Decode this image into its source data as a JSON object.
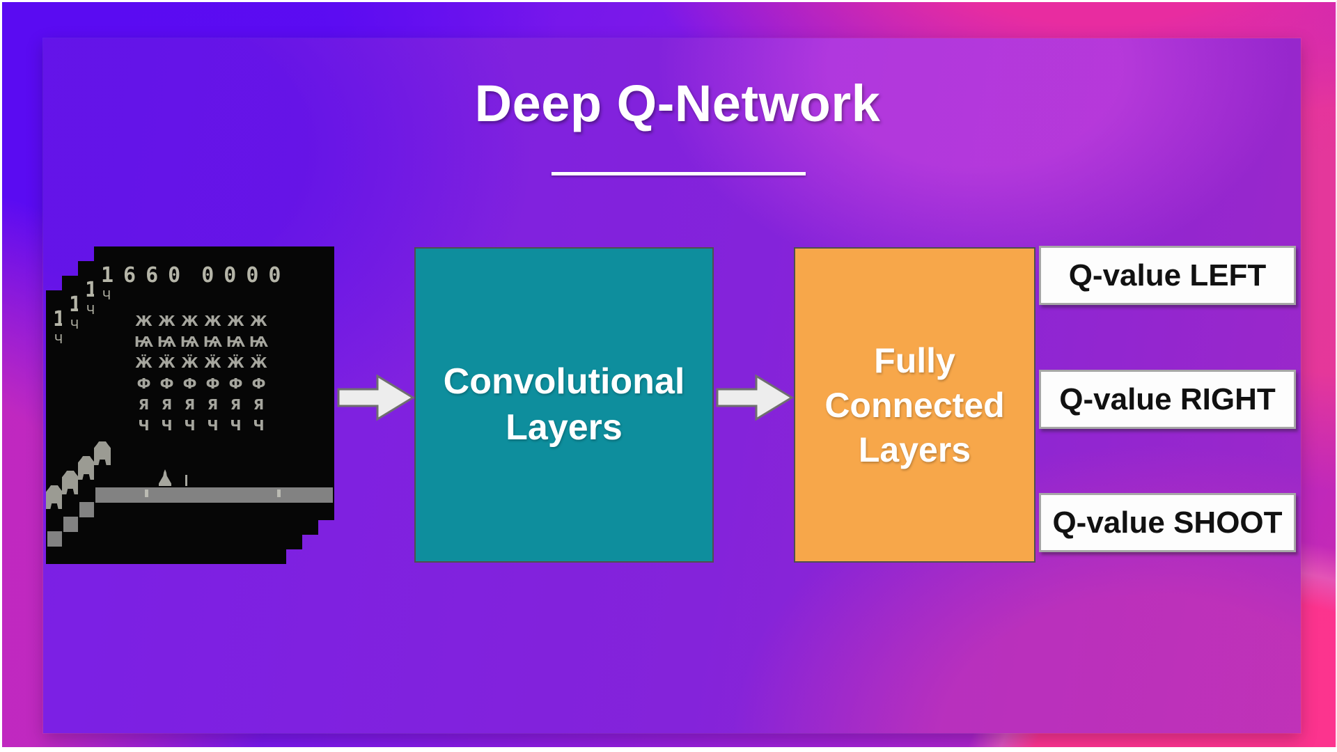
{
  "title": "Deep Q-Network",
  "colors": {
    "teal": "#0E8E9D",
    "orange": "#F7A74A",
    "deep_purple": "#5A0BF2",
    "pink": "#E8309B",
    "arrow_fill": "#EDEDED",
    "arrow_border": "#6F6F6F",
    "game_bg": "#060606",
    "game_sprite": "#A6A69E",
    "game_ground": "#828282",
    "score": "#B5B5A8",
    "q_text": "#111111"
  },
  "game": {
    "frames": 4,
    "score_left": "1660",
    "score_right": "0000",
    "lives": "Ч",
    "alien_rows": [
      "Ж",
      "Ѩ",
      "Ӝ",
      "Ф",
      "Я",
      "Ч"
    ],
    "alien_cols": 6
  },
  "nodes": {
    "conv": {
      "line1": "Convolutional",
      "line2": "Layers"
    },
    "fc": {
      "line1": "Fully",
      "line2": "Connected",
      "line3": "Layers"
    }
  },
  "qvalues": [
    {
      "label": "Q-value LEFT"
    },
    {
      "label": "Q-value RIGHT"
    },
    {
      "label": "Q-value SHOOT"
    }
  ]
}
